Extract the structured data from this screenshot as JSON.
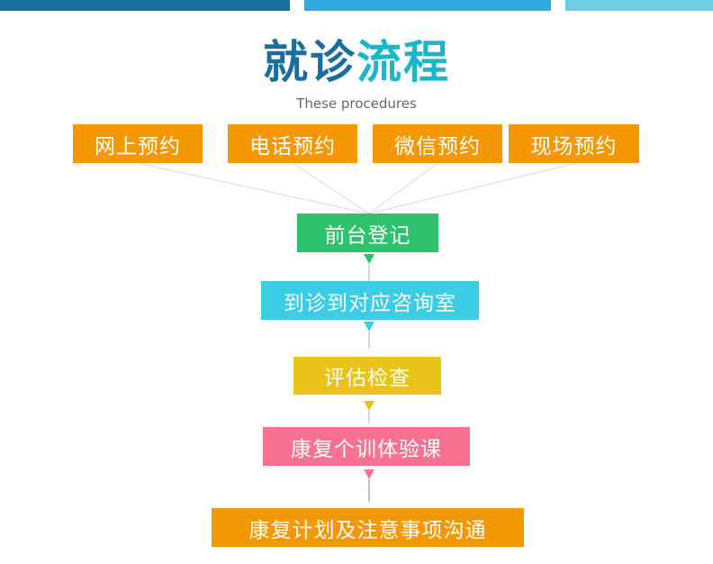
{
  "header": {
    "title_part1": "就诊",
    "title_part2": "流程",
    "subtitle": "These procedures"
  },
  "colors": {
    "bar_dark": "#1a6e9a",
    "bar_mid": "#2fade0",
    "bar_light": "#6dcde4",
    "title_dark": "#1a6e9a",
    "title_teal": "#1cb6c8",
    "orange": "#f39800",
    "green": "#2dc26b",
    "cyan": "#3bcde6",
    "yellow": "#e9c31a",
    "pink": "#f97191",
    "connector": "#d0d0d0"
  },
  "appointment_methods": [
    {
      "label": "网上预约"
    },
    {
      "label": "电话预约"
    },
    {
      "label": "微信预约"
    },
    {
      "label": "现场预约"
    }
  ],
  "steps": [
    {
      "label": "前台登记",
      "color": "green"
    },
    {
      "label": "到诊到对应咨询室",
      "color": "cyan"
    },
    {
      "label": "评估检查",
      "color": "yellow"
    },
    {
      "label": "康复个训体验课",
      "color": "pink"
    },
    {
      "label": "康复计划及注意事项沟通",
      "color": "orange"
    }
  ]
}
